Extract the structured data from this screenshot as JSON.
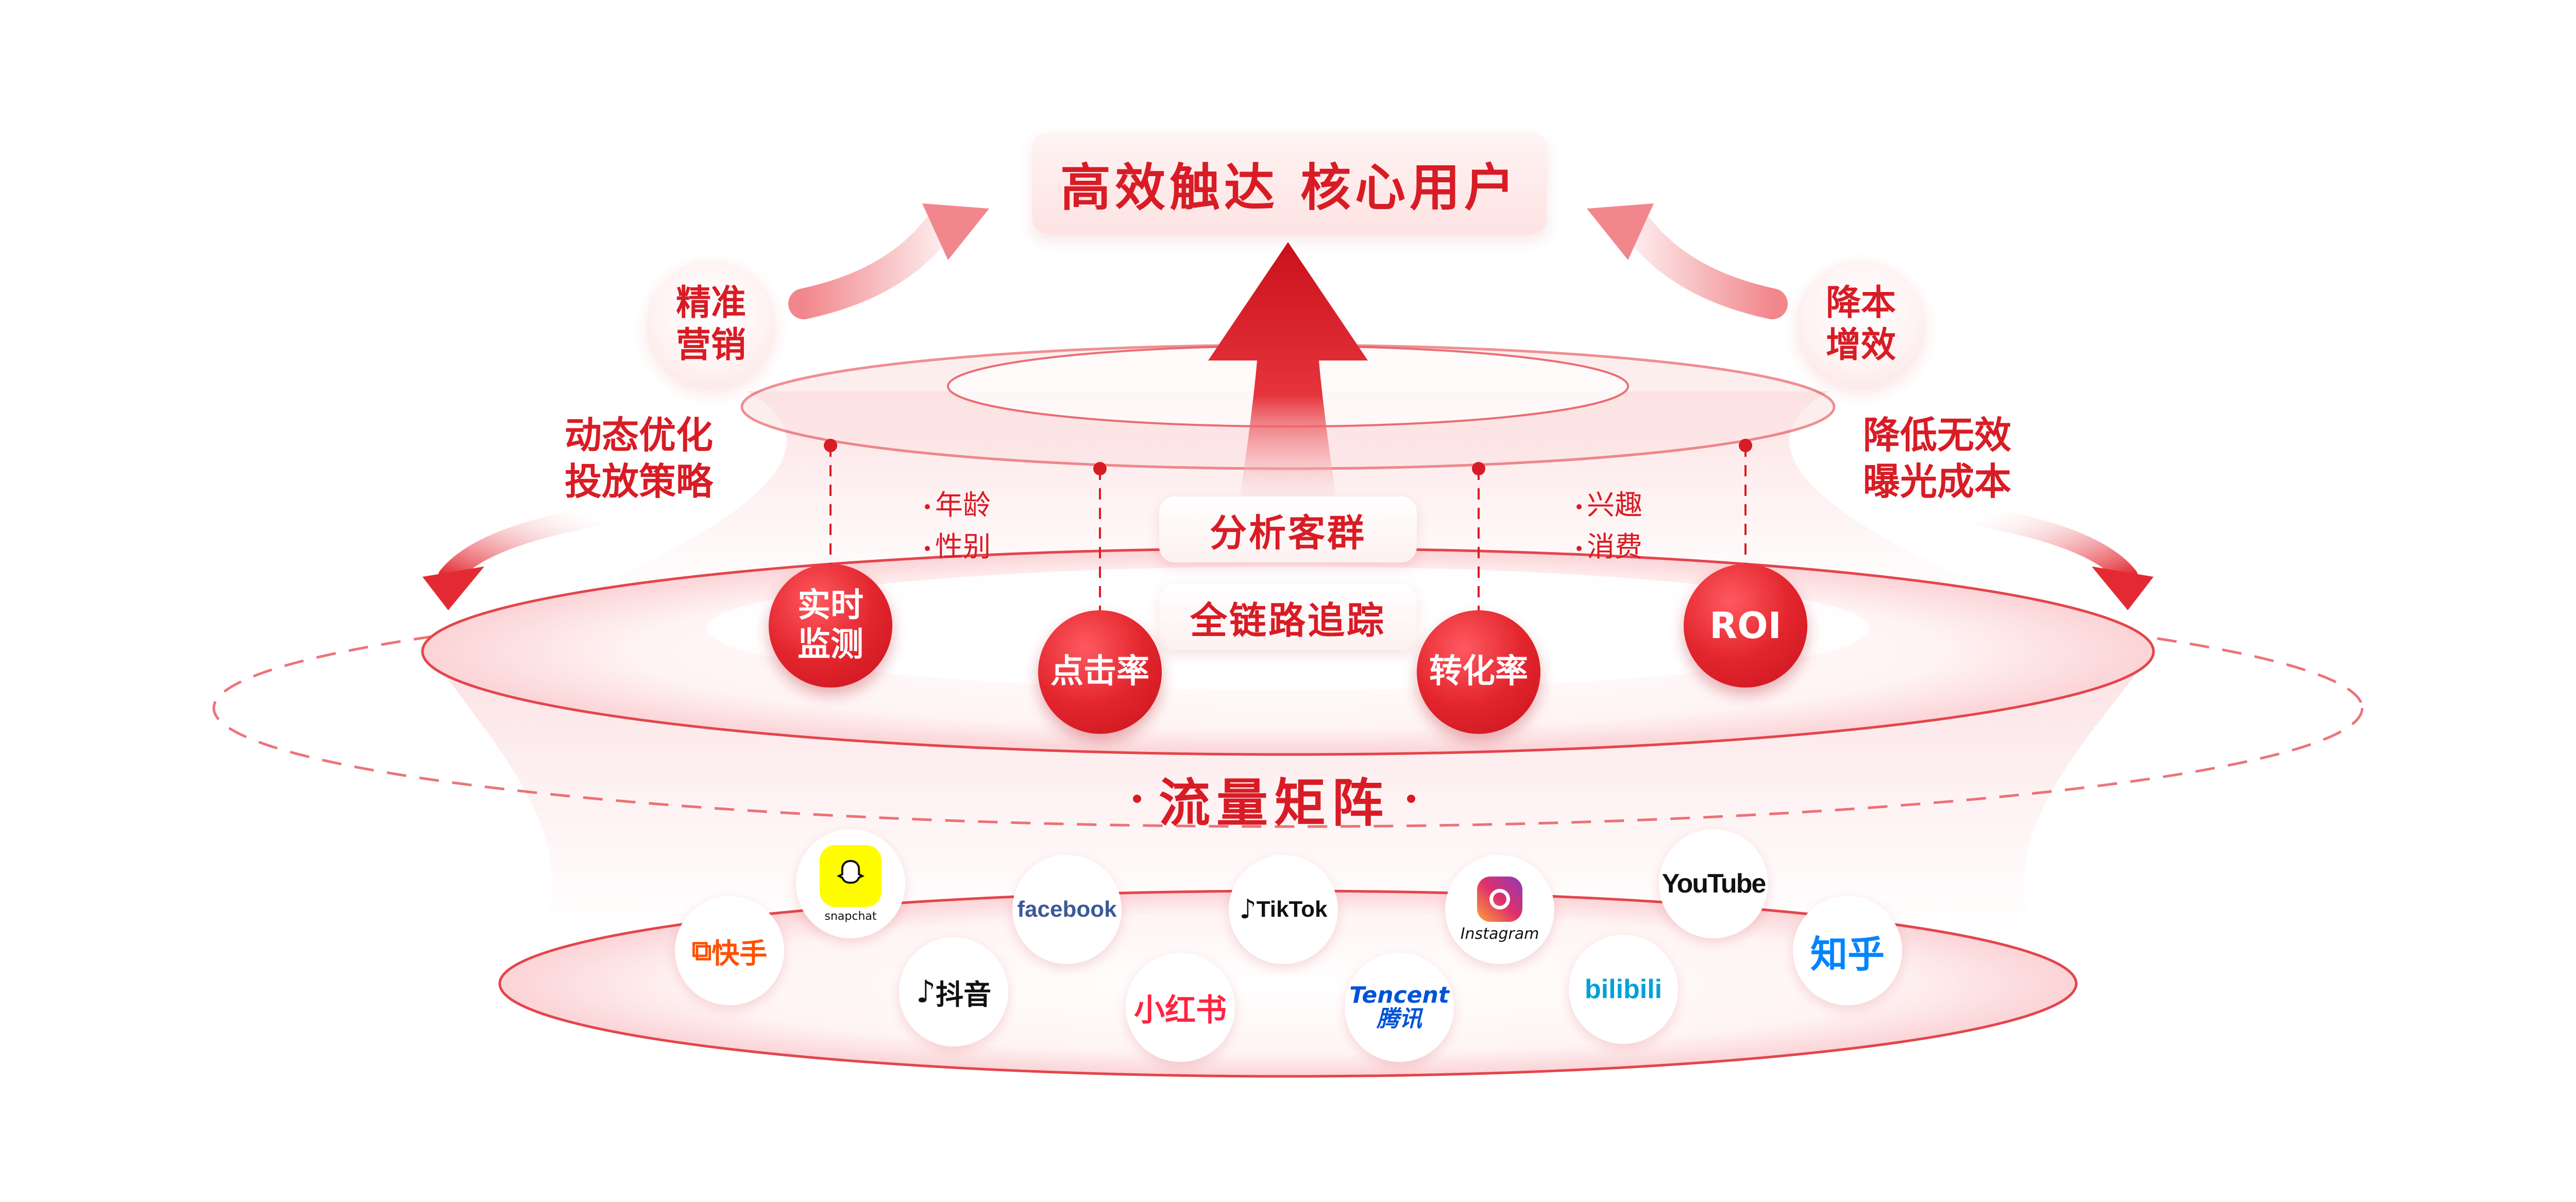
{
  "title": "高效触达 核心用户",
  "left_top": "精准\n营销",
  "right_top": "降本\n增效",
  "left_side": "动态优化\n投放策略",
  "right_side": "降低无效\n曝光成本",
  "center_pills": [
    "分析客群",
    "全链路追踪"
  ],
  "metrics": [
    "实时\n监测",
    "点击率",
    "转化率",
    "ROI"
  ],
  "left_tags": [
    "年龄",
    "性别"
  ],
  "right_tags": [
    "兴趣",
    "消费"
  ],
  "section_label": "流量矩阵",
  "logos": [
    {
      "text": "快手",
      "icon": "kuaishou-icon",
      "color": "#ff5000"
    },
    {
      "text": "snapchat",
      "icon": "snapchat-ghost-icon",
      "color": "#fffc00"
    },
    {
      "text": "抖音",
      "icon": "douyin-icon",
      "color": "#111111"
    },
    {
      "text": "facebook",
      "icon": "facebook-icon",
      "color": "#3b5998"
    },
    {
      "text": "小红书",
      "icon": "xiaohongshu-icon",
      "color": "#ff2442"
    },
    {
      "text": "TikTok",
      "icon": "tiktok-icon",
      "color": "#111111"
    },
    {
      "text": "Tencent\n腾讯",
      "icon": "tencent-icon",
      "color": "#0052d9"
    },
    {
      "text": "Instagram",
      "icon": "instagram-icon",
      "color": "#c13584"
    },
    {
      "text": "bilibili",
      "icon": "bilibili-icon",
      "color": "#00a1d6"
    },
    {
      "text": "YouTube",
      "icon": "youtube-icon",
      "color": "#ff0000"
    },
    {
      "text": "知乎",
      "icon": "zhihu-icon",
      "color": "#0084ff"
    }
  ],
  "colors": {
    "accent": "#d81c25",
    "accent_light": "#fde3e3"
  }
}
